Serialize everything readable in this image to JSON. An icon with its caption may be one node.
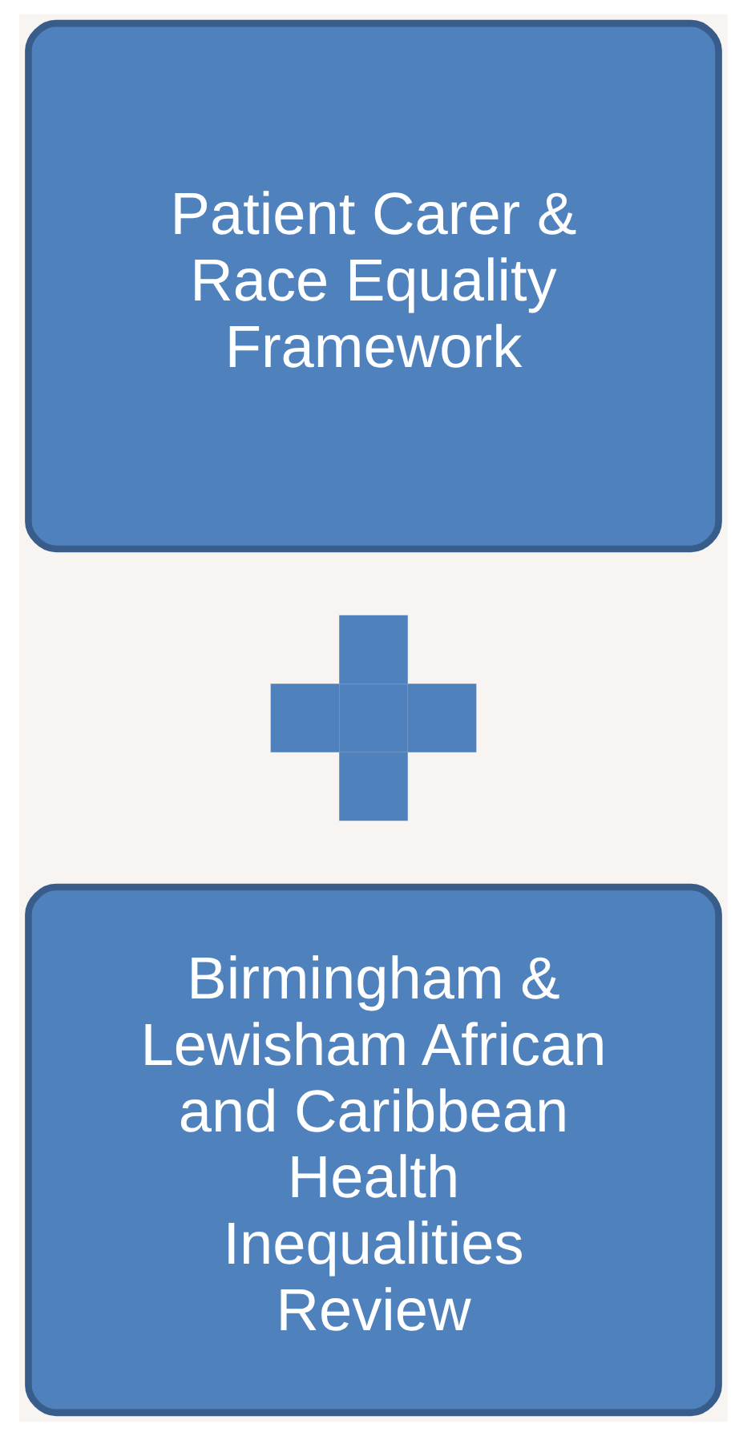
{
  "diagram": {
    "nodes": [
      {
        "text": [
          "Patient Carer & Race Equality Framework"
        ]
      },
      {
        "text": [],
        "shape": "cross"
      },
      {
        "text": [
          "Birmingham & Lewisham African and Caribbean Health Inequalities Review"
        ]
      }
    ]
  }
}
